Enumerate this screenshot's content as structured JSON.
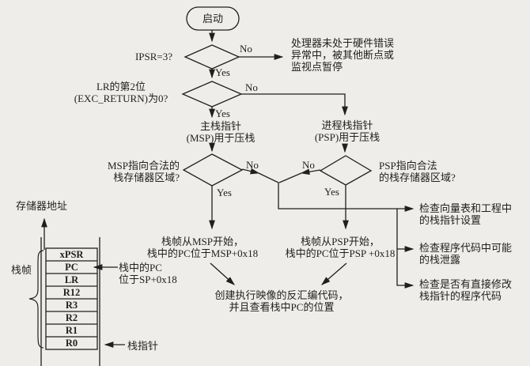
{
  "flowchart": {
    "start_label": "启动",
    "decision_ipsr": {
      "label": "IPSR=3?",
      "no": "No",
      "yes": "Yes"
    },
    "halt_note": "处理器未处于硬件错误\n异常中，被其他断点或\n监视点暂停",
    "decision_lr": {
      "label": "LR的第2位\n(EXC_RETURN)为0?",
      "no": "No",
      "yes": "Yes"
    },
    "msp_action": "主栈指针\n(MSP)用于压栈",
    "psp_action": "进程栈指针\n(PSP)用于压栈",
    "decision_msp": {
      "label": "MSP指向合法的\n栈存储器区域?",
      "no": "No",
      "yes": "Yes"
    },
    "decision_psp": {
      "label": "PSP指向合法\n的栈存储器区域?",
      "no": "No",
      "yes": "Yes"
    },
    "msp_frame_note": "栈帧从MSP开始，\n栈中的PC位于MSP+0x18",
    "psp_frame_note": "栈帧从PSP开始，\n栈中的PC位于PSP +0x18",
    "disasm_action": "创建执行映像的反汇编代码，\n并且查看栈中PC的位置",
    "checks": [
      "检查向量表和工程中\n的栈指针设置",
      "检查程序代码中可能\n的栈泄露",
      "检查是否有直接修改\n栈指针的程序代码"
    ]
  },
  "memory_diagram": {
    "axis_label": "存储器地址",
    "frame_label": "栈帧",
    "rows": [
      "xPSR",
      "PC",
      "LR",
      "R12",
      "R3",
      "R2",
      "R1",
      "R0"
    ],
    "pc_note": "栈中的PC\n位于SP+0x18",
    "sp_label": "栈指针"
  },
  "colors": {
    "background": "#efede9",
    "ink": "#1f1f1f"
  }
}
